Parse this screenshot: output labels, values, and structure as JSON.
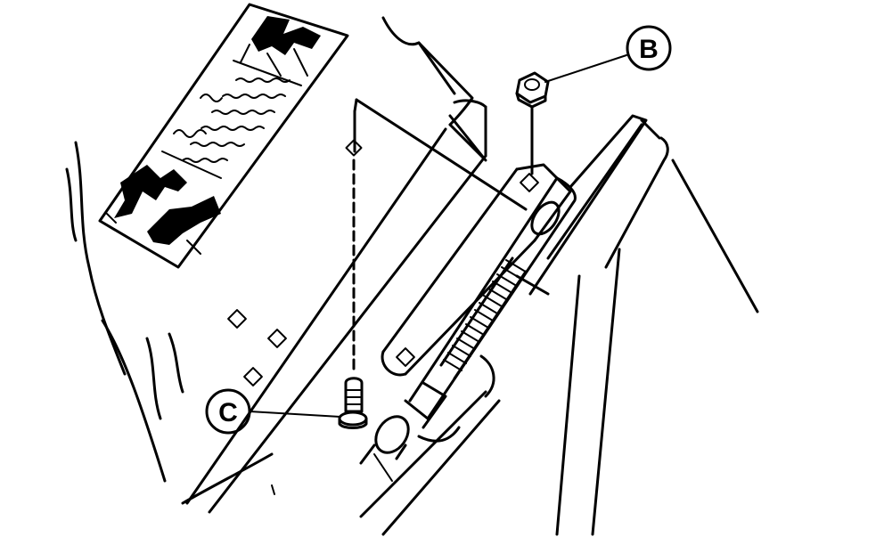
{
  "callouts": [
    {
      "id": "B",
      "label": "B",
      "points_to": "hex-nut"
    },
    {
      "id": "C",
      "label": "C",
      "points_to": "carriage-bolt"
    }
  ],
  "colors": {
    "line": "#000000",
    "background": "#ffffff"
  }
}
